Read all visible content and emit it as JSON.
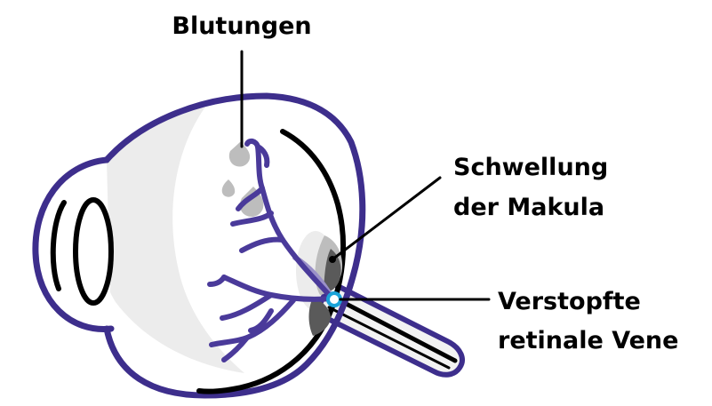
{
  "labels": {
    "bleeding": "Blutungen",
    "swelling_line1": "Schwellung",
    "swelling_line2": "der Makula",
    "vein_line1": "Verstopfte",
    "vein_line2": "retinale Vene"
  },
  "colors": {
    "outline": "#3d2e8c",
    "vessel": "#4a3a9a",
    "lens_ring": "#000000",
    "shading": "#e6e6e6",
    "blot": "#bdbdbd",
    "macula_dark": "#5a5a5a",
    "vein_highlight": "#1aa3d9",
    "leader": "#000000"
  }
}
